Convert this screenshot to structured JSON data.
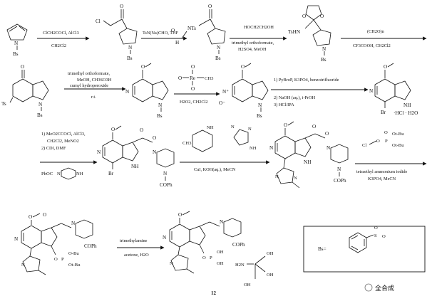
{
  "row1": {
    "step1": {
      "line1": "ClCH2COCl, AlCl3",
      "line2": "CH2Cl2"
    },
    "step2": {
      "line1": "TsN(Na)CHO, THF"
    },
    "step3": {
      "line1": "HOCH2CH2OH",
      "line2": "trimethyl orthoformate,",
      "line3": "H2SO4, MeOH"
    },
    "step4": {
      "line1": "(CH2O)n",
      "line2": "CF3COOH, CH2Cl2"
    }
  },
  "row2": {
    "step5": {
      "line1": "trimethyl orthoformate,",
      "line2": "MeOH, CH3SO3H",
      "line3": "cumyl hydroperoxide",
      "line4": "r.t."
    },
    "step6": {
      "line1": "H2O2, CH2Cl2"
    },
    "step7": {
      "line1": "1) PyBroP, K3PO4, benzotrifluoride",
      "line2": "2) NaOH (aq.), i-PrOH",
      "line3": "3) HCl/IPA"
    }
  },
  "row3": {
    "step8": {
      "line1": "1) MeO2CCOCl, AlCl3,",
      "line2": "CH2Cl2, MeNO2",
      "line3": "2) CDI, DMF"
    },
    "step9": {
      "line1": "CuI, KOH(aq.), MeCN"
    },
    "step10": {
      "line1": "tetraethyl ammonium iodide",
      "line2": "K3PO4, MeCN"
    }
  },
  "row4": {
    "step11": {
      "line1": "trimethylamine",
      "line2": "acetone, H2O"
    }
  },
  "atoms": {
    "bs": "Bs",
    "n_bs": "N",
    "cl": "Cl",
    "o": "O",
    "h": "H",
    "n": "N",
    "nts": "NTs",
    "tshn": "TsHN",
    "ts": "Ts",
    "ome": "O",
    "br": "Br",
    "nh": "NH",
    "hcl_h2o": "·HCl · H2O",
    "cophe": "COPh",
    "phoco": "PhOC",
    "re": "Re",
    "ch3": "CH3",
    "o_minus": "O⁻",
    "n_plus": "N⁺",
    "obu1": "O-Bu",
    "obu2": "Ot-Bu",
    "oh": "OH",
    "p": "P",
    "h2n": "H2N",
    "cl_p": "Cl",
    "obu_reagent1": "Ot-Bu",
    "obu_reagent2": "Ot-Bu"
  },
  "legend": {
    "label": "Bs="
  },
  "compound_number": "12",
  "watermark": "全合成"
}
